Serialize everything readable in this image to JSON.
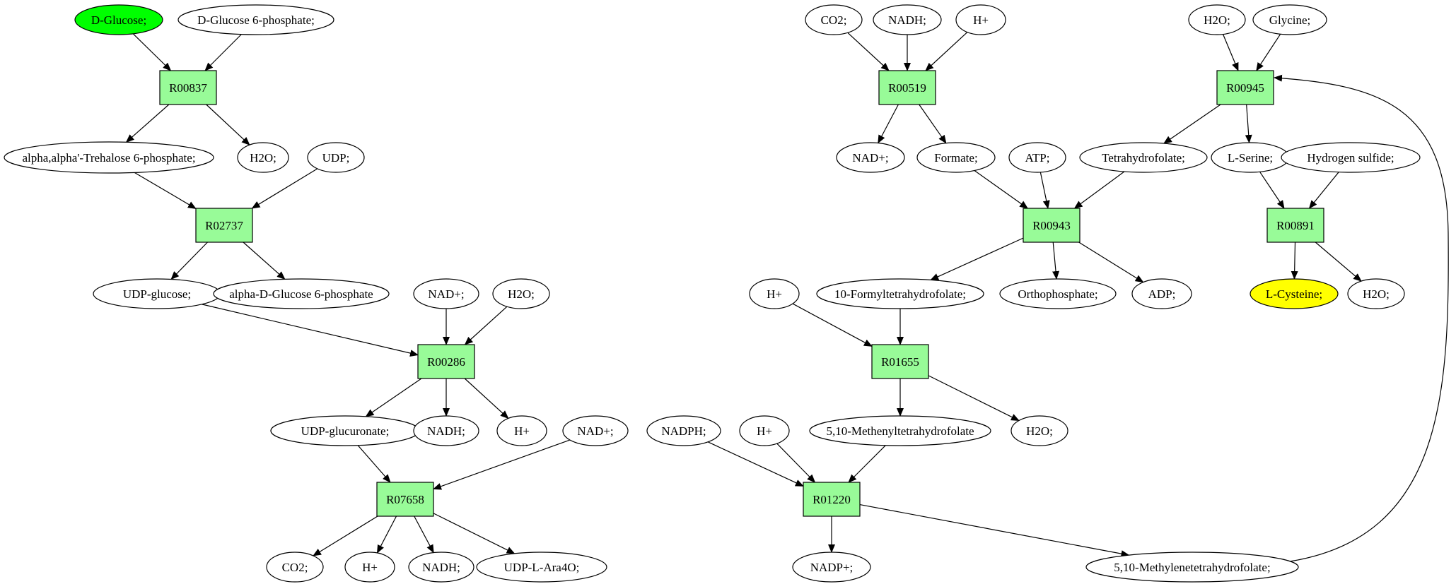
{
  "colors": {
    "reaction_fill": "#98fb98",
    "start_fill": "#00ff00",
    "target_fill": "#ffff00",
    "stroke": "#000000",
    "background": "#ffffff"
  },
  "reactions": [
    "R00837",
    "R02737",
    "R00286",
    "R07658",
    "R00519",
    "R00943",
    "R01655",
    "R01220",
    "R00945",
    "R00891"
  ],
  "compounds": [
    {
      "id": "c_dglucose",
      "label": "D-Glucose;",
      "role": "start"
    },
    {
      "id": "c_dg6p",
      "label": "D-Glucose 6-phosphate;"
    },
    {
      "id": "c_trehalose6p",
      "label": "alpha,alpha'-Trehalose 6-phosphate;"
    },
    {
      "id": "c_h2o_1",
      "label": "H2O;"
    },
    {
      "id": "c_udp",
      "label": "UDP;"
    },
    {
      "id": "c_udpglucose",
      "label": "UDP-glucose;"
    },
    {
      "id": "c_adg6p",
      "label": "alpha-D-Glucose 6-phosphate"
    },
    {
      "id": "c_nadp_1",
      "label": "NAD+;"
    },
    {
      "id": "c_h2o_2",
      "label": "H2O;"
    },
    {
      "id": "c_udpglucuronate",
      "label": "UDP-glucuronate;"
    },
    {
      "id": "c_nadh_1",
      "label": "NADH;"
    },
    {
      "id": "c_hplus_1",
      "label": "H+"
    },
    {
      "id": "c_nadp_2",
      "label": "NAD+;"
    },
    {
      "id": "c_co2_1",
      "label": "CO2;"
    },
    {
      "id": "c_hplus_2",
      "label": "H+"
    },
    {
      "id": "c_nadh_2",
      "label": "NADH;"
    },
    {
      "id": "c_udplara4o",
      "label": "UDP-L-Ara4O;"
    },
    {
      "id": "c_co2_2",
      "label": "CO2;"
    },
    {
      "id": "c_nadh_3",
      "label": "NADH;"
    },
    {
      "id": "c_hplus_3",
      "label": "H+"
    },
    {
      "id": "c_nadp_3",
      "label": "NAD+;"
    },
    {
      "id": "c_formate",
      "label": "Formate;"
    },
    {
      "id": "c_atp",
      "label": "ATP;"
    },
    {
      "id": "c_thf",
      "label": "Tetrahydrofolate;"
    },
    {
      "id": "c_formylthf",
      "label": "10-Formyltetrahydrofolate;"
    },
    {
      "id": "c_orthophosphate",
      "label": "Orthophosphate;"
    },
    {
      "id": "c_adp",
      "label": "ADP;"
    },
    {
      "id": "c_hplus_4",
      "label": "H+"
    },
    {
      "id": "c_methenylthf",
      "label": "5,10-Methenyltetrahydrofolate"
    },
    {
      "id": "c_h2o_3",
      "label": "H2O;"
    },
    {
      "id": "c_nadph",
      "label": "NADPH;"
    },
    {
      "id": "c_hplus_5",
      "label": "H+"
    },
    {
      "id": "c_nadpplus",
      "label": "NADP+;"
    },
    {
      "id": "c_methylenethf",
      "label": "5,10-Methylenetetrahydrofolate;"
    },
    {
      "id": "c_h2o_4",
      "label": "H2O;"
    },
    {
      "id": "c_glycine",
      "label": "Glycine;"
    },
    {
      "id": "c_lserine",
      "label": "L-Serine;"
    },
    {
      "id": "c_h2s",
      "label": "Hydrogen sulfide;"
    },
    {
      "id": "c_lcysteine",
      "label": "L-Cysteine;",
      "role": "target"
    },
    {
      "id": "c_h2o_5",
      "label": "H2O;"
    }
  ],
  "edges": [
    [
      "c_dglucose",
      "R00837"
    ],
    [
      "c_dg6p",
      "R00837"
    ],
    [
      "R00837",
      "c_trehalose6p"
    ],
    [
      "R00837",
      "c_h2o_1"
    ],
    [
      "c_trehalose6p",
      "R02737"
    ],
    [
      "c_udp",
      "R02737"
    ],
    [
      "R02737",
      "c_udpglucose"
    ],
    [
      "R02737",
      "c_adg6p"
    ],
    [
      "c_udpglucose",
      "R00286"
    ],
    [
      "c_nadp_1",
      "R00286"
    ],
    [
      "c_h2o_2",
      "R00286"
    ],
    [
      "R00286",
      "c_udpglucuronate"
    ],
    [
      "R00286",
      "c_nadh_1"
    ],
    [
      "R00286",
      "c_hplus_1"
    ],
    [
      "c_udpglucuronate",
      "R07658"
    ],
    [
      "c_nadp_2",
      "R07658"
    ],
    [
      "R07658",
      "c_co2_1"
    ],
    [
      "R07658",
      "c_hplus_2"
    ],
    [
      "R07658",
      "c_nadh_2"
    ],
    [
      "R07658",
      "c_udplara4o"
    ],
    [
      "c_co2_2",
      "R00519"
    ],
    [
      "c_nadh_3",
      "R00519"
    ],
    [
      "c_hplus_3",
      "R00519"
    ],
    [
      "R00519",
      "c_nadp_3"
    ],
    [
      "R00519",
      "c_formate"
    ],
    [
      "c_formate",
      "R00943"
    ],
    [
      "c_atp",
      "R00943"
    ],
    [
      "c_thf",
      "R00943"
    ],
    [
      "R00943",
      "c_formylthf"
    ],
    [
      "R00943",
      "c_orthophosphate"
    ],
    [
      "R00943",
      "c_adp"
    ],
    [
      "c_hplus_4",
      "R01655"
    ],
    [
      "c_formylthf",
      "R01655"
    ],
    [
      "R01655",
      "c_methenylthf"
    ],
    [
      "R01655",
      "c_h2o_3"
    ],
    [
      "c_nadph",
      "R01220"
    ],
    [
      "c_hplus_5",
      "R01220"
    ],
    [
      "c_methenylthf",
      "R01220"
    ],
    [
      "R01220",
      "c_nadpplus"
    ],
    [
      "R01220",
      "c_methylenethf"
    ],
    [
      "c_methylenethf",
      "R00945"
    ],
    [
      "c_h2o_4",
      "R00945"
    ],
    [
      "c_glycine",
      "R00945"
    ],
    [
      "R00945",
      "c_thf"
    ],
    [
      "R00945",
      "c_lserine"
    ],
    [
      "c_lserine",
      "R00891"
    ],
    [
      "c_h2s",
      "R00891"
    ],
    [
      "R00891",
      "c_lcysteine"
    ],
    [
      "R00891",
      "c_h2o_5"
    ]
  ]
}
